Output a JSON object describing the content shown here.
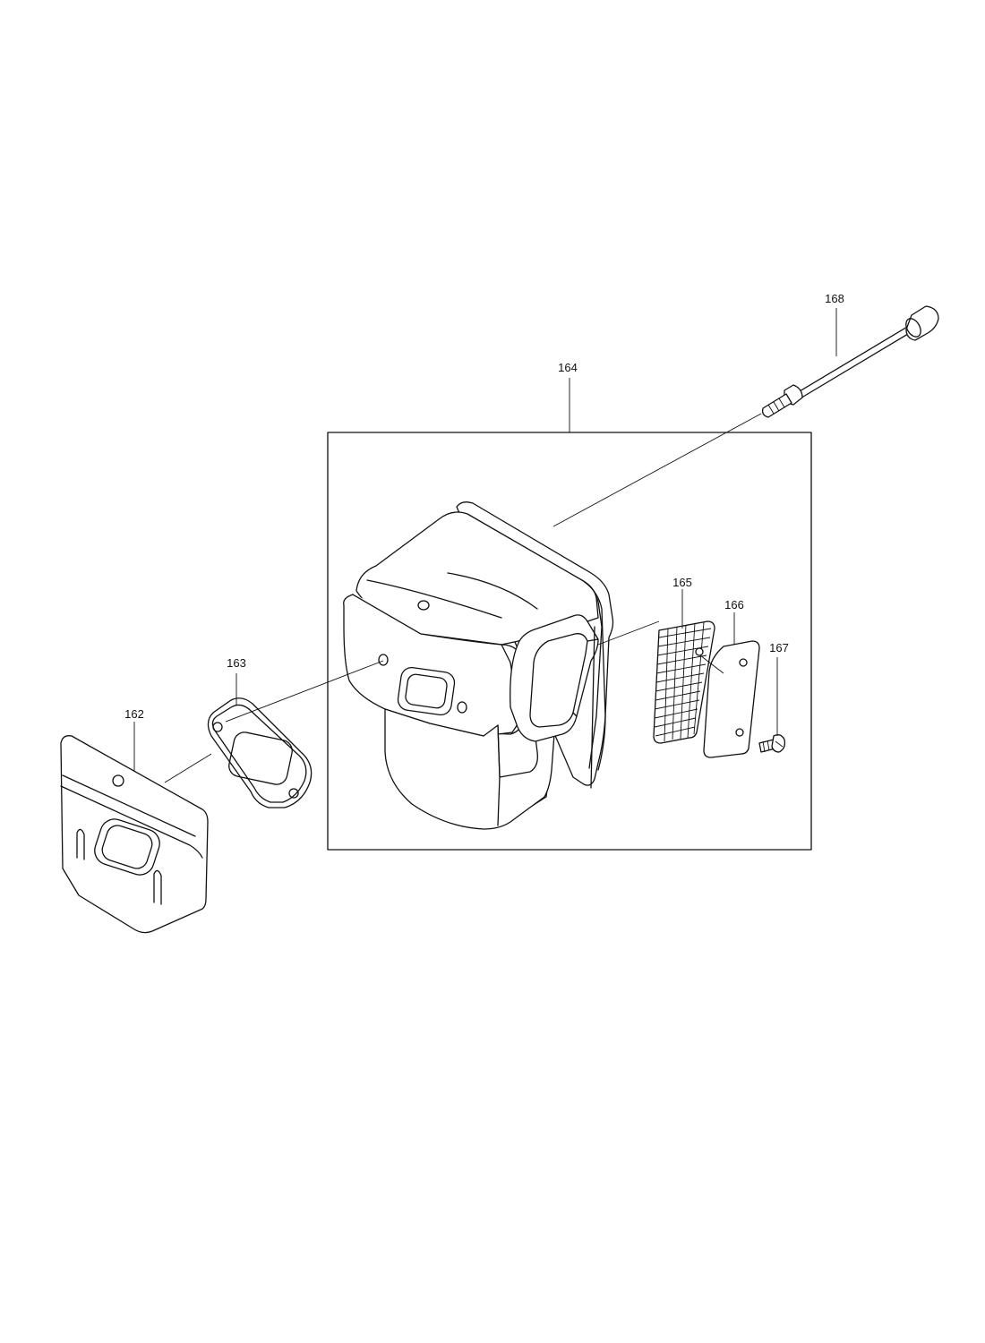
{
  "parts": [
    {
      "id": "162",
      "label": "162"
    },
    {
      "id": "163",
      "label": "163"
    },
    {
      "id": "164",
      "label": "164"
    },
    {
      "id": "165",
      "label": "165"
    },
    {
      "id": "166",
      "label": "166"
    },
    {
      "id": "167",
      "label": "167"
    },
    {
      "id": "168",
      "label": "168"
    }
  ]
}
